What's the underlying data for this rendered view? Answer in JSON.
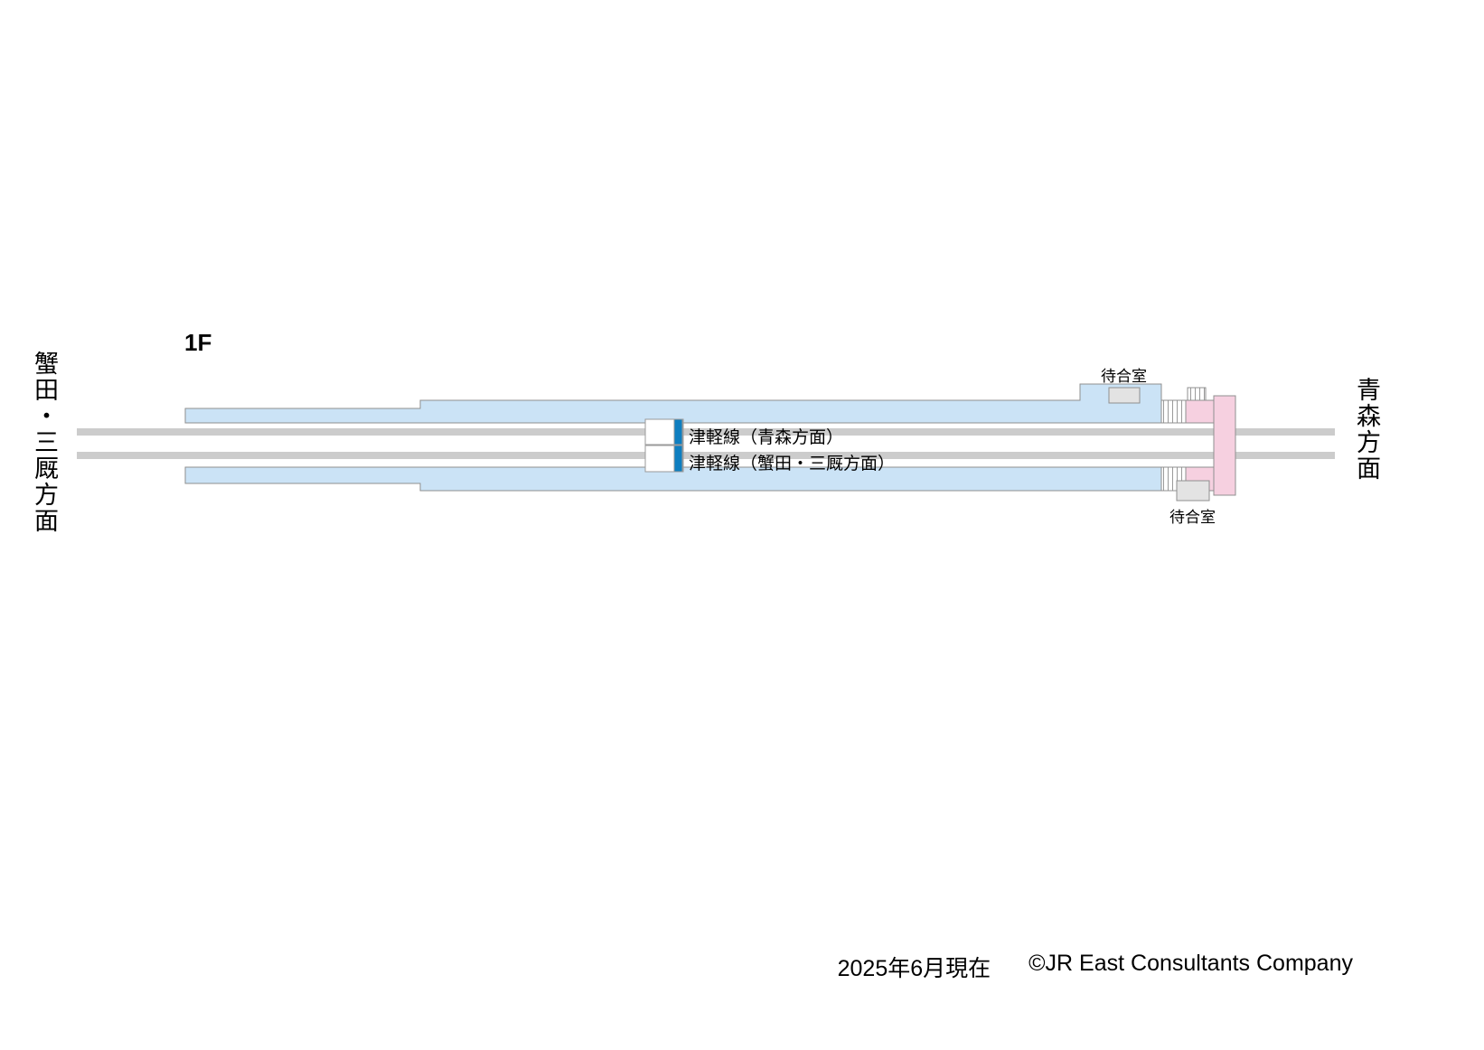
{
  "floor_label": "1F",
  "directions": {
    "left": "蟹田・三厩方面",
    "right": "青森方面"
  },
  "track_labels": [
    {
      "label": "津軽線（青森方面）"
    },
    {
      "label": "津軽線（蟹田・三厩方面）"
    }
  ],
  "rooms": {
    "waiting_room_top": "待合室",
    "waiting_room_bottom": "待合室"
  },
  "footer": {
    "date": "2025年6月現在",
    "copyright": "©JR East Consultants Company"
  },
  "colors": {
    "platform": "#cbe3f6",
    "track": "#cccccc",
    "line_blue": "#0e7ec0",
    "building_pink": "#f6d0e0",
    "room_gray": "#e3e3e3"
  }
}
